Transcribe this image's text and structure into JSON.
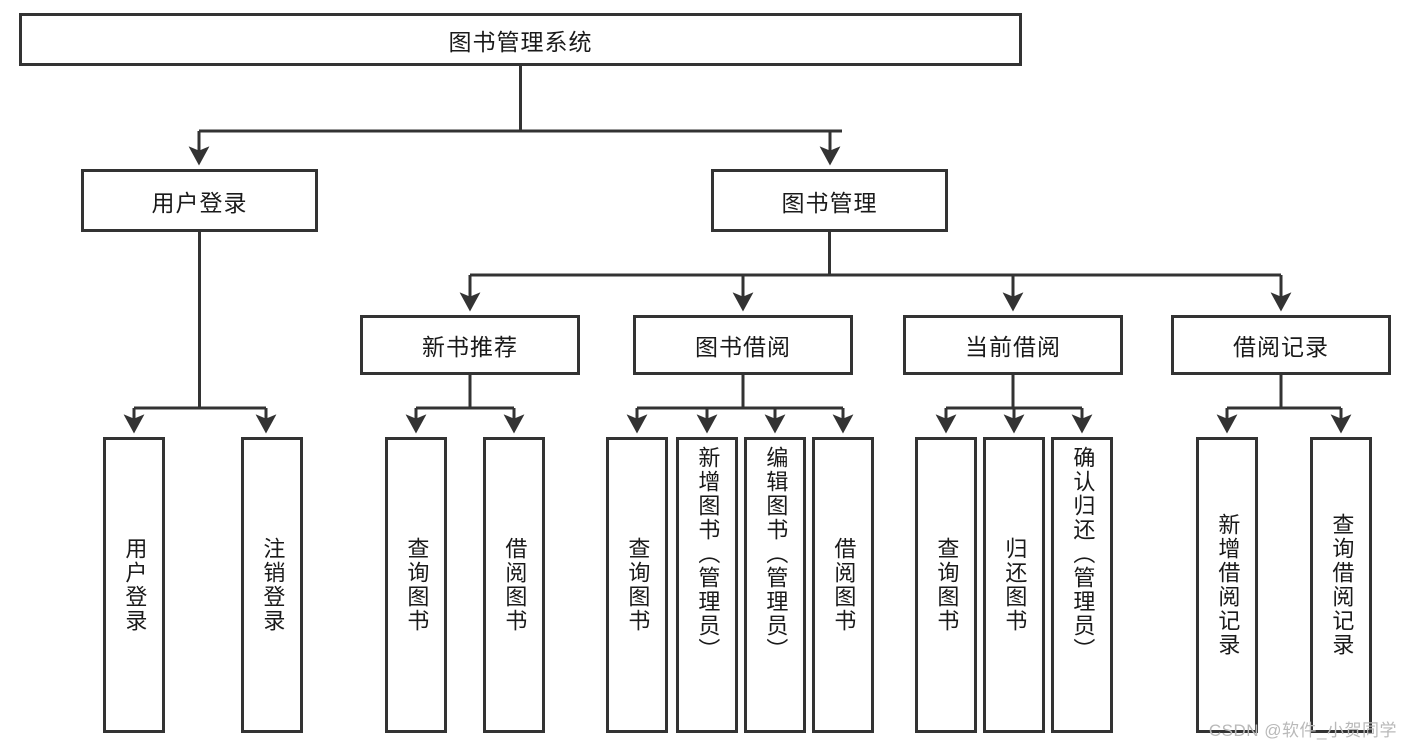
{
  "diagram": {
    "type": "tree",
    "title": "图书管理系统",
    "root": {
      "label": "图书管理系统"
    },
    "level2": [
      {
        "label": "用户登录"
      },
      {
        "label": "图书管理"
      }
    ],
    "level3": [
      {
        "label": "新书推荐"
      },
      {
        "label": "图书借阅"
      },
      {
        "label": "当前借阅"
      },
      {
        "label": "借阅记录"
      }
    ],
    "leaves": {
      "user_login": [
        {
          "label": "用户登录"
        },
        {
          "label": "注销登录"
        }
      ],
      "new_book_recommend": [
        {
          "label": "查询图书"
        },
        {
          "label": "借阅图书"
        }
      ],
      "book_borrow": [
        {
          "label": "查询图书"
        },
        {
          "label": "新增图书（管理员）"
        },
        {
          "label": "编辑图书（管理员）"
        },
        {
          "label": "借阅图书"
        }
      ],
      "current_borrow": [
        {
          "label": "查询图书"
        },
        {
          "label": "归还图书"
        },
        {
          "label": "确认归还（管理员）"
        }
      ],
      "borrow_records": [
        {
          "label": "新增借阅记录"
        },
        {
          "label": "查询借阅记录"
        }
      ]
    }
  },
  "watermark": {
    "text": "CSDN @软件_小贺同学"
  },
  "colors": {
    "stroke": "#333333",
    "background": "#ffffff",
    "text": "#1a1a1a",
    "watermark": "#b9b9b9"
  }
}
